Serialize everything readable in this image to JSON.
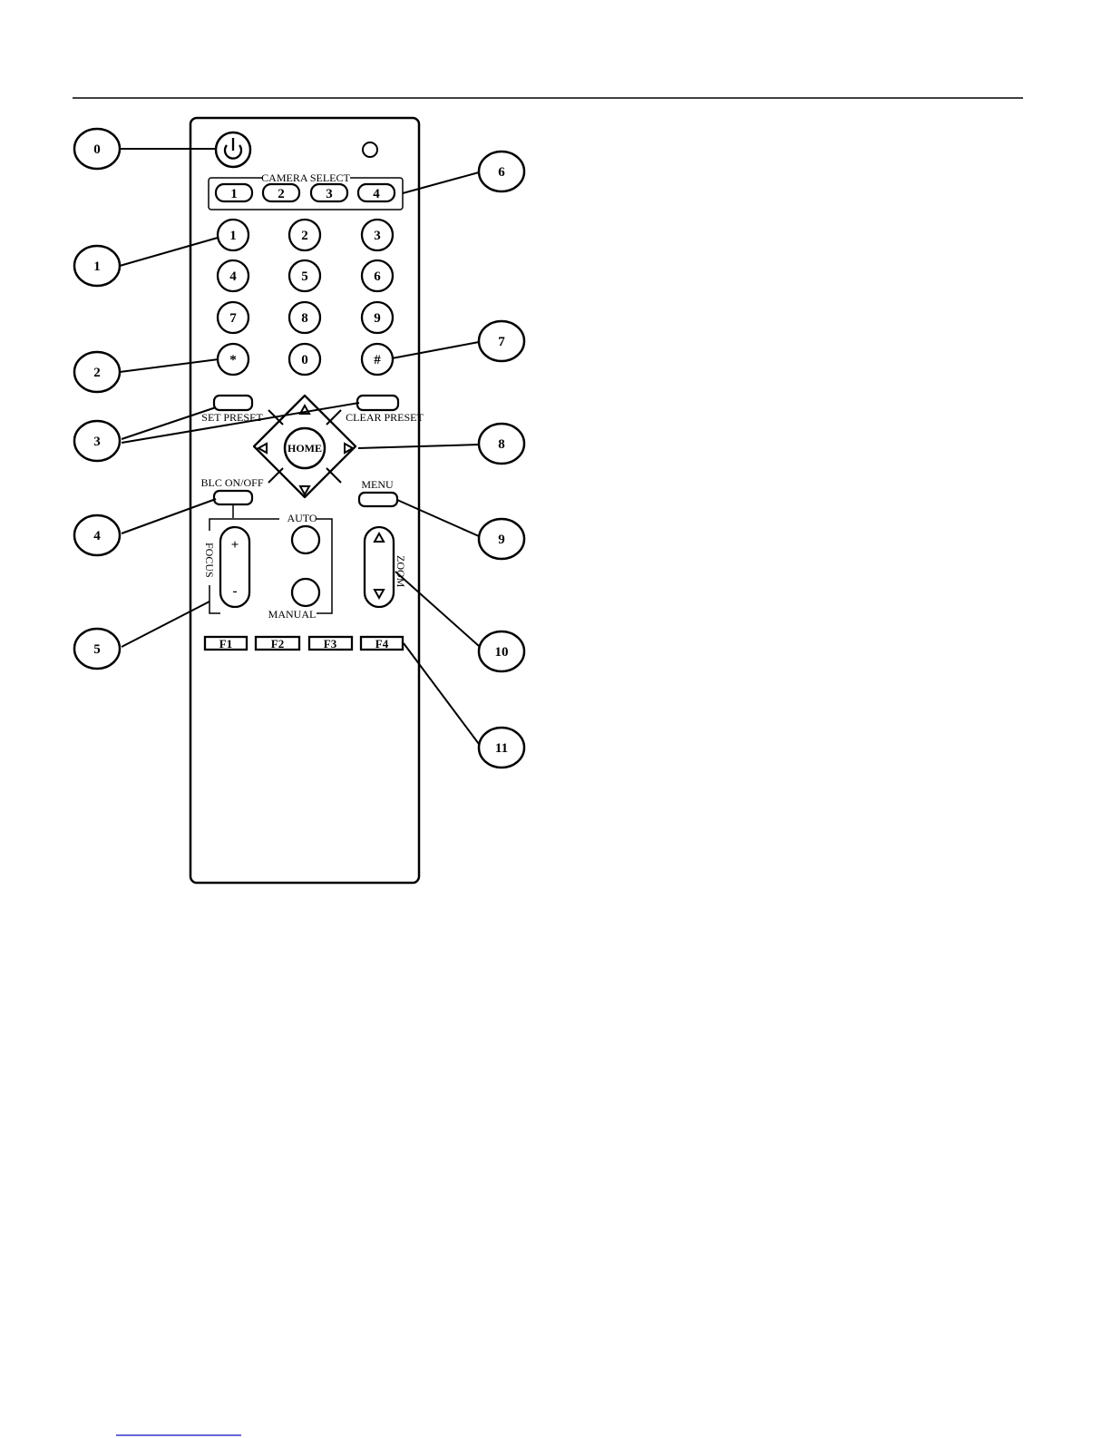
{
  "remote": {
    "camera_select": {
      "label": "CAMERA SELECT",
      "buttons": [
        "1",
        "2",
        "3",
        "4"
      ]
    },
    "keypad": [
      "1",
      "2",
      "3",
      "4",
      "5",
      "6",
      "7",
      "8",
      "9",
      "*",
      "0",
      "#"
    ],
    "set_preset_label": "SET PRESET",
    "clear_preset_label": "CLEAR PRESET",
    "home_label": "HOME",
    "blc_label": "BLC ON/OFF",
    "menu_label": "MENU",
    "focus": {
      "label": "FOCUS",
      "plus": "+",
      "minus": "-",
      "auto_label": "AUTO",
      "manual_label": "MANUAL"
    },
    "zoom_label": "ZOOM",
    "function_keys": [
      "F1",
      "F2",
      "F3",
      "F4"
    ]
  },
  "callouts": [
    "0",
    "1",
    "2",
    "3",
    "4",
    "5",
    "6",
    "7",
    "8",
    "9",
    "10",
    "11"
  ],
  "colors": {
    "ink": "#000000",
    "paper": "#ffffff",
    "footer_link": "#3333cc"
  }
}
